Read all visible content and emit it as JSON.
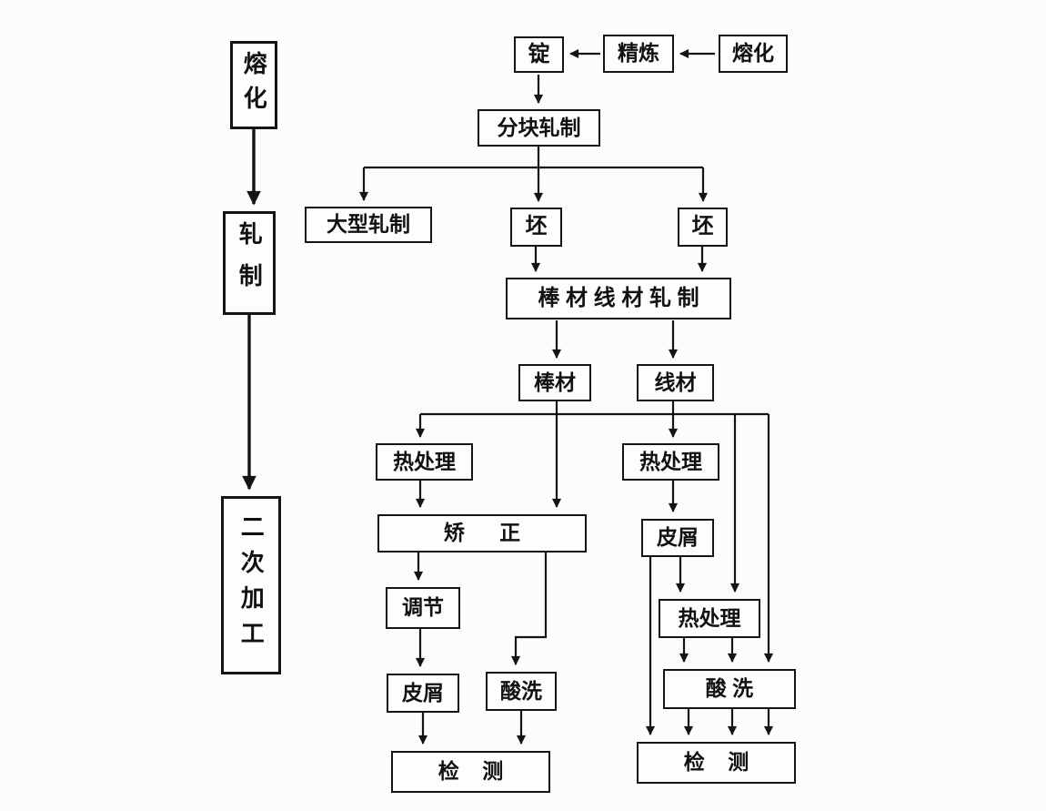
{
  "page": {
    "background": "#fcfcfc",
    "ink": "#141414",
    "description_language": "zh"
  },
  "nodes": {
    "melt_left": {
      "label": "熔化"
    },
    "roll_left": {
      "label": "轧制"
    },
    "secondary_left": {
      "label": "二次加工"
    },
    "melt_top": {
      "label": "熔化"
    },
    "refine": {
      "label": "精炼"
    },
    "ingot": {
      "label": "锭"
    },
    "blooming": {
      "label": "分块轧制"
    },
    "large_roll": {
      "label": "大型轧制"
    },
    "billet_1": {
      "label": "坯"
    },
    "billet_2": {
      "label": "坯"
    },
    "bar_wire_roll": {
      "label": "棒 材 线 材 轧 制"
    },
    "bar": {
      "label": "棒材"
    },
    "wire": {
      "label": "线材"
    },
    "heat_1": {
      "label": "热处理"
    },
    "straighten": {
      "label": "矫      正"
    },
    "adjust": {
      "label": "调节"
    },
    "peel_1": {
      "label": "皮屑"
    },
    "pickle_1": {
      "label": "酸洗"
    },
    "inspect_1": {
      "label": "检    测"
    },
    "heat_2": {
      "label": "热处理"
    },
    "peel_2": {
      "label": "皮屑"
    },
    "heat_3": {
      "label": "热处理"
    },
    "pickle_2": {
      "label": "酸 洗"
    },
    "inspect_2": {
      "label": "检    测"
    }
  },
  "edges": [
    {
      "from": "熔化(上)",
      "to": "精炼"
    },
    {
      "from": "精炼",
      "to": "锭"
    },
    {
      "from": "锭",
      "to": "分块轧制"
    },
    {
      "from": "分块轧制",
      "to": "大型轧制"
    },
    {
      "from": "分块轧制",
      "to": "坯(左)"
    },
    {
      "from": "分块轧制",
      "to": "坯(右)"
    },
    {
      "from": "坯(左)",
      "to": "棒材线材轧制"
    },
    {
      "from": "坯(右)",
      "to": "棒材线材轧制"
    },
    {
      "from": "棒材线材轧制",
      "to": "棒材"
    },
    {
      "from": "棒材线材轧制",
      "to": "线材"
    },
    {
      "from": "熔化(左)",
      "to": "轧制"
    },
    {
      "from": "轧制",
      "to": "二次加工"
    },
    {
      "from": "棒材",
      "to": "热处理(左)"
    },
    {
      "from": "棒材",
      "to": "矫正"
    },
    {
      "from": "热处理(左)",
      "to": "矫正"
    },
    {
      "from": "矫正",
      "to": "调节"
    },
    {
      "from": "矫正",
      "to": "酸洗(左)"
    },
    {
      "from": "调节",
      "to": "皮屑(左)"
    },
    {
      "from": "皮屑(左)",
      "to": "检测(左)"
    },
    {
      "from": "酸洗(左)",
      "to": "检测(左)"
    },
    {
      "from": "线材",
      "to": "热处理(右)"
    },
    {
      "from": "线材",
      "to": "热处理(右下)"
    },
    {
      "from": "线材",
      "to": "酸洗(右)"
    },
    {
      "from": "热处理(右)",
      "to": "皮屑(右)"
    },
    {
      "from": "皮屑(右)",
      "to": "热处理(右下)"
    },
    {
      "from": "皮屑(右)",
      "to": "检测(右)"
    },
    {
      "from": "热处理(右下)",
      "to": "酸洗(右)"
    },
    {
      "from": "酸洗(右)",
      "to": "检测(右)"
    }
  ]
}
